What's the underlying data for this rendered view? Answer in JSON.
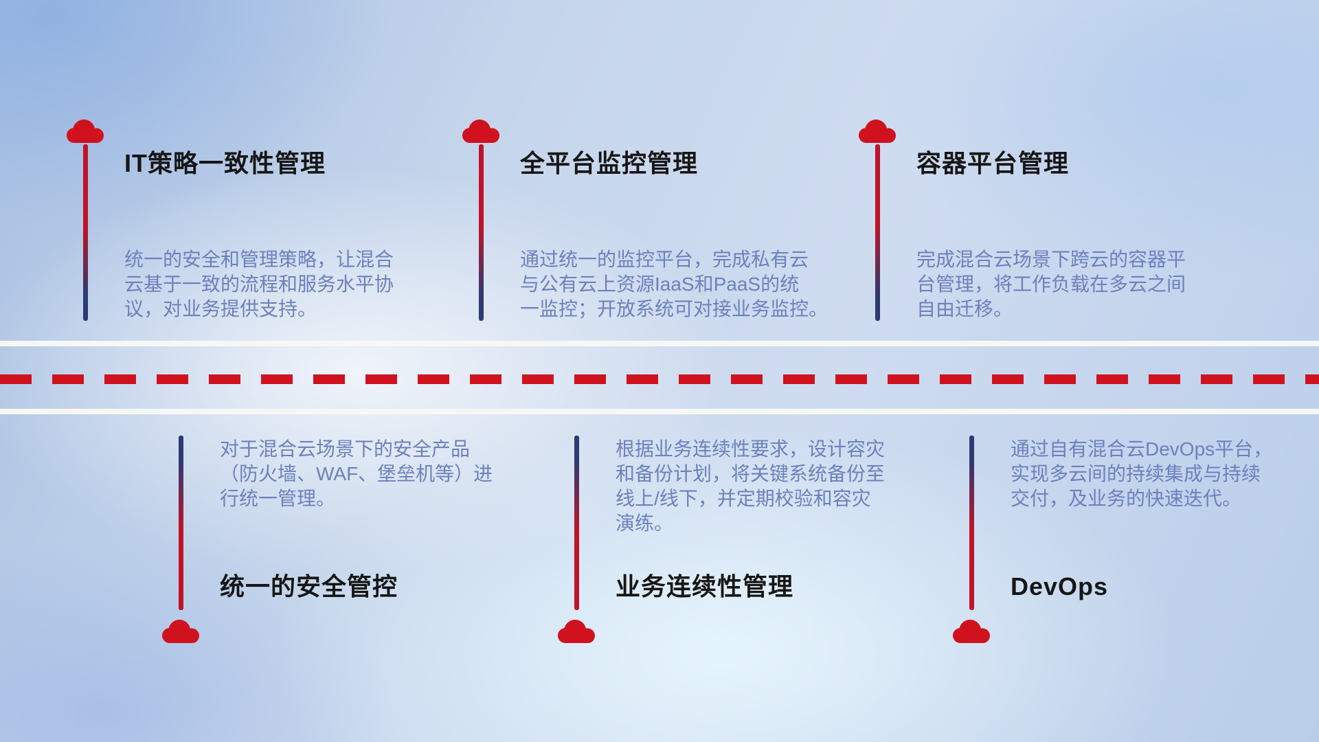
{
  "colors": {
    "cloud": "#d0121f",
    "line-red": "#c01327",
    "line-navy": "#2e3a72",
    "dash-red": "#d0121f",
    "lane-white": "#f7f8f5",
    "title": "#161616",
    "desc": "#6e80be"
  },
  "top_items": [
    {
      "title": "IT策略一致性管理",
      "description": "统一的安全和管理策略，让混合\n云基于一致的流程和服务水平协\n议，对业务提供支持。"
    },
    {
      "title": "全平台监控管理",
      "description": "通过统一的监控平台，完成私有云\n与公有云上资源IaaS和PaaS的统\n一监控；开放系统可对接业务监控。"
    },
    {
      "title": "容器平台管理",
      "description": "完成混合云场景下跨云的容器平\n台管理，将工作负载在多云之间\n自由迁移。"
    }
  ],
  "bottom_items": [
    {
      "title": "统一的安全管控",
      "description": "对于混合云场景下的安全产品\n（防火墙、WAF、堡垒机等）进\n行统一管理。"
    },
    {
      "title": "业务连续性管理",
      "description": "根据业务连续性要求，设计容灾\n和备份计划，将关键系统备份至\n线上/线下，并定期校验和容灾\n演练。"
    },
    {
      "title": "DevOps",
      "description": "通过自有混合云DevOps平台，\n实现多云间的持续集成与持续\n交付，及业务的快速迭代。"
    }
  ]
}
